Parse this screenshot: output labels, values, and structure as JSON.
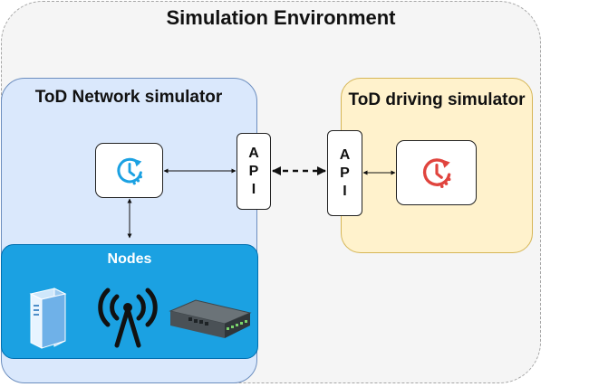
{
  "simulation_environment": {
    "title": "Simulation Environment"
  },
  "network_simulator": {
    "title": "ToD Network simulator",
    "clock_icon": "clock-refresh-icon",
    "api_letters": [
      "A",
      "P",
      "I"
    ]
  },
  "driving_simulator": {
    "title": "ToD driving simulator",
    "clock_icon": "clock-refresh-icon",
    "api_letters": [
      "A",
      "P",
      "I"
    ]
  },
  "nodes": {
    "title": "Nodes",
    "icons": [
      "server-icon",
      "antenna-icon",
      "network-switch-icon"
    ]
  },
  "colors": {
    "environment_fill": "#f5f5f5",
    "network_fill": "#dae8fc",
    "network_border": "#6c8ebf",
    "driving_fill": "#fff2cc",
    "driving_border": "#d6b656",
    "nodes_fill": "#1ba1e2",
    "network_clock": "#1ba1e2",
    "driving_clock": "#e0443e"
  }
}
